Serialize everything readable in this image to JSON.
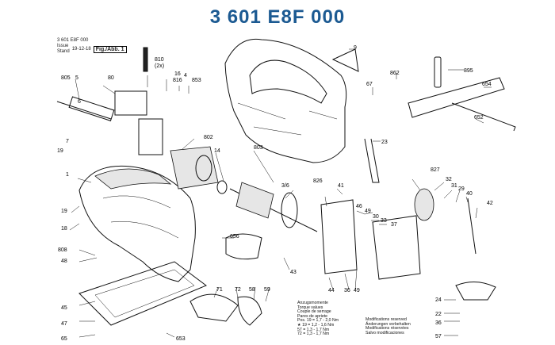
{
  "doc_number": "3 601 E8F 000",
  "header": {
    "id_line": "3 601 E8F 000",
    "issue_label": "Issue",
    "stand_label": "Stand",
    "date": "19-12-18",
    "fig_label": "Fig./Abb. 1"
  },
  "labels": {
    "l9": "9",
    "l67": "67",
    "l862": "862",
    "l895": "895",
    "l654": "654",
    "l652": "652",
    "l23": "23",
    "l805": "805",
    "l5": "5",
    "l80": "80",
    "l810": "810",
    "l810b": "(2x)",
    "l16": "16",
    "l816": "816",
    "l4": "4",
    "l853": "853",
    "l6": "6",
    "l7": "7",
    "l19a": "19",
    "l802": "802",
    "l14": "14",
    "l803": "803",
    "l1": "1",
    "l36": "3/6",
    "l826": "826",
    "l41": "41",
    "l827": "827",
    "l32": "32",
    "l31": "31",
    "l29": "29",
    "l40": "40",
    "l42": "42",
    "l19b": "19",
    "l18": "18",
    "l46": "46",
    "l49": "49",
    "l30": "30",
    "l33": "33",
    "l37": "37",
    "l656": "656",
    "l808": "808",
    "l48": "48",
    "l43": "43",
    "l44": "44",
    "l36b": "36",
    "l49b": "49",
    "l45": "45",
    "l71": "71",
    "l72": "72",
    "l58": "58",
    "l59": "59",
    "l47": "47",
    "l65": "65",
    "l653": "653",
    "l24": "24",
    "l22": "22",
    "l36c": "36",
    "l57": "57"
  },
  "notes": {
    "torque": [
      "Anzugsmomente",
      "Torque values",
      "Couple de serrage",
      "Pares de apriete",
      "Pos. 19 = 1,7 - 2,0 Nm",
      "★ 19 = 1,2 - 1,6 Nm",
      "57 = 1,3 - 1,7 Nm",
      "72 = 1,3 - 1,7 Nm"
    ],
    "modifications": [
      "Modifications reserved",
      "Änderungen vorbehalten",
      "Modifications réservées",
      "Salvo modificaciones"
    ]
  }
}
